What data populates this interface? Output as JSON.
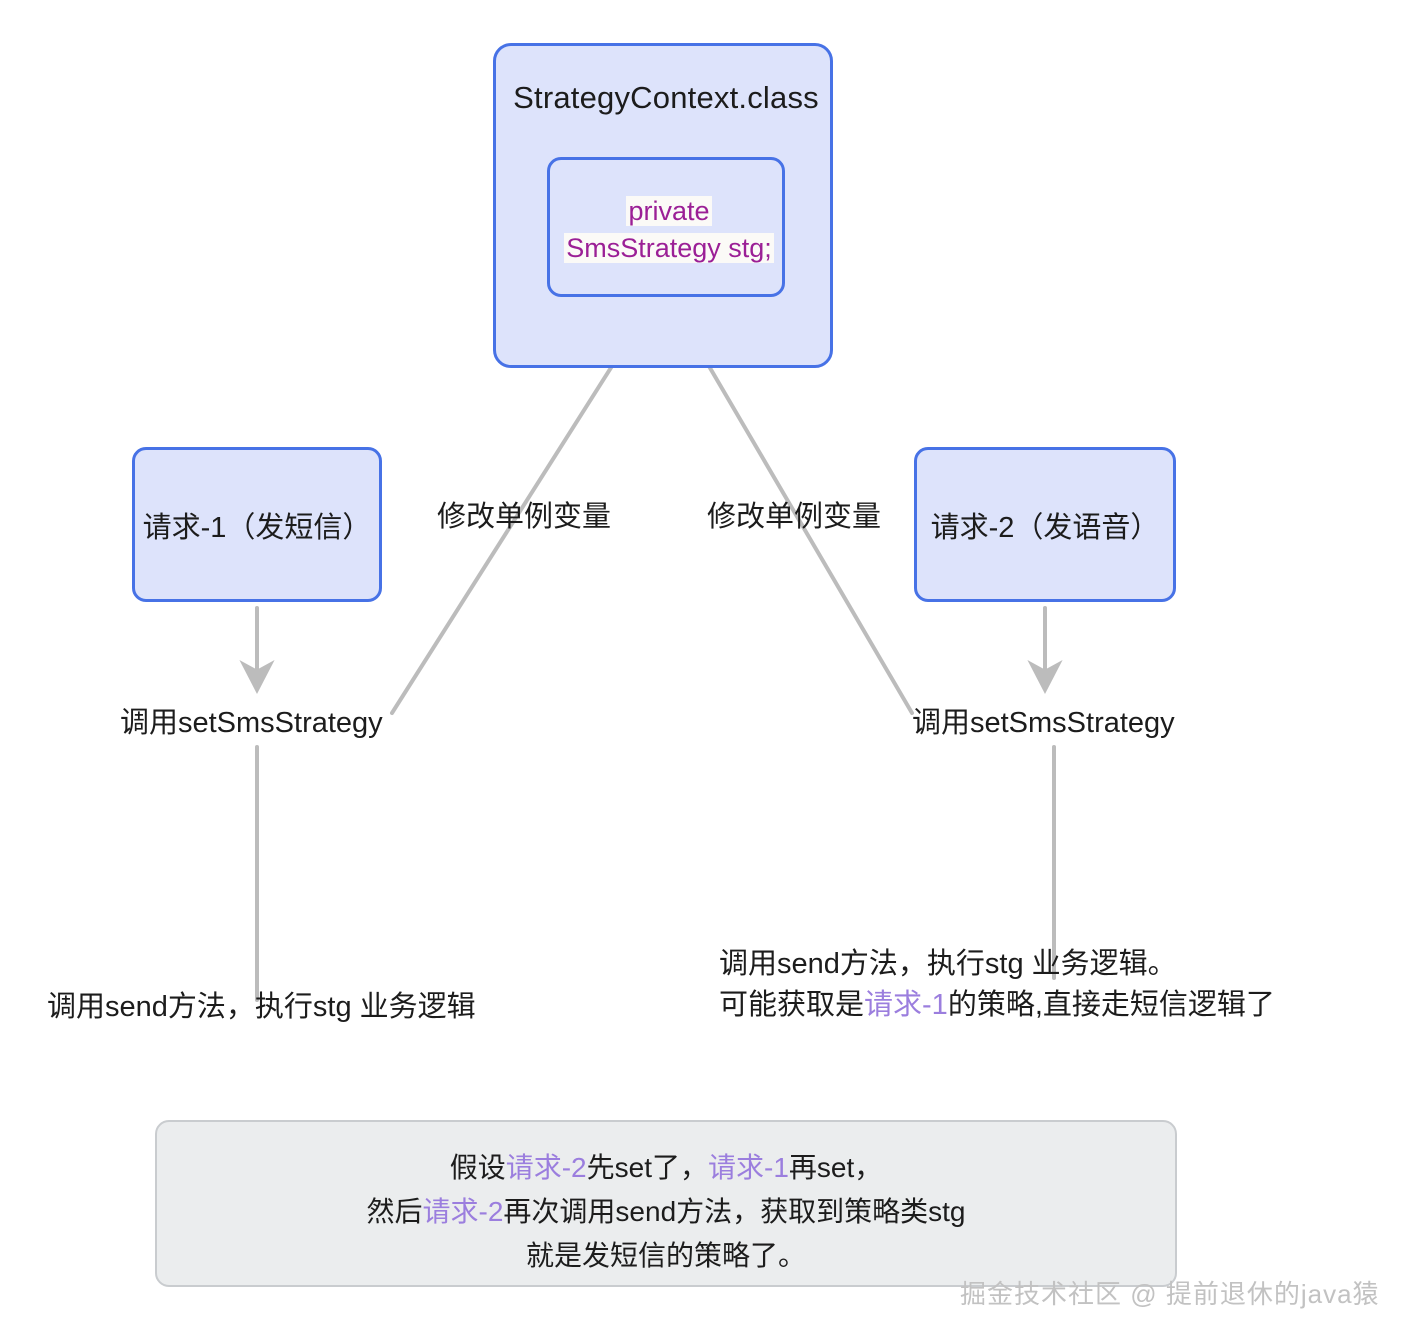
{
  "diagram": {
    "context_node": {
      "title": "StrategyContext.class",
      "field_line1": "private",
      "field_line2": "SmsStrategy stg;",
      "field_color": "#9b1f96"
    },
    "request_nodes": [
      {
        "id": "req-1",
        "label": "请求-1（发短信）"
      },
      {
        "id": "req-2",
        "label": "请求-2（发语音）"
      }
    ],
    "edge_labels": {
      "modify_singleton_left": "修改单例变量",
      "modify_singleton_right": "修改单例变量",
      "call_set_left": "调用setSmsStrategy",
      "call_set_right": "调用setSmsStrategy"
    },
    "outcome_left": "调用send方法，执行stg 业务逻辑",
    "outcome_right": {
      "line1": "调用send方法，执行stg 业务逻辑。",
      "line2_a": "可能获取是",
      "line2_hl": "请求-1",
      "line2_b": "的策略,直接走短信逻辑了"
    },
    "note": {
      "line1_a": "假设",
      "line1_hl1": "请求-2",
      "line1_b": "先set了，",
      "line1_hl2": "请求-1",
      "line1_c": "再set，",
      "line2_a": "然后",
      "line2_hl": "请求-2",
      "line2_b": "再次调用send方法，获取到策略类stg",
      "line3": "就是发短信的策略了。"
    },
    "watermark": "掘金技术社区 @ 提前退休的java猿",
    "colors": {
      "box_fill": "#dde3fb",
      "box_border": "#4772e6",
      "arrow": "#bcbcbc",
      "note_fill": "#ebedee",
      "note_border": "#c9cccf",
      "highlight_purple": "#9b7ede",
      "field_magenta": "#9b1f96"
    }
  }
}
